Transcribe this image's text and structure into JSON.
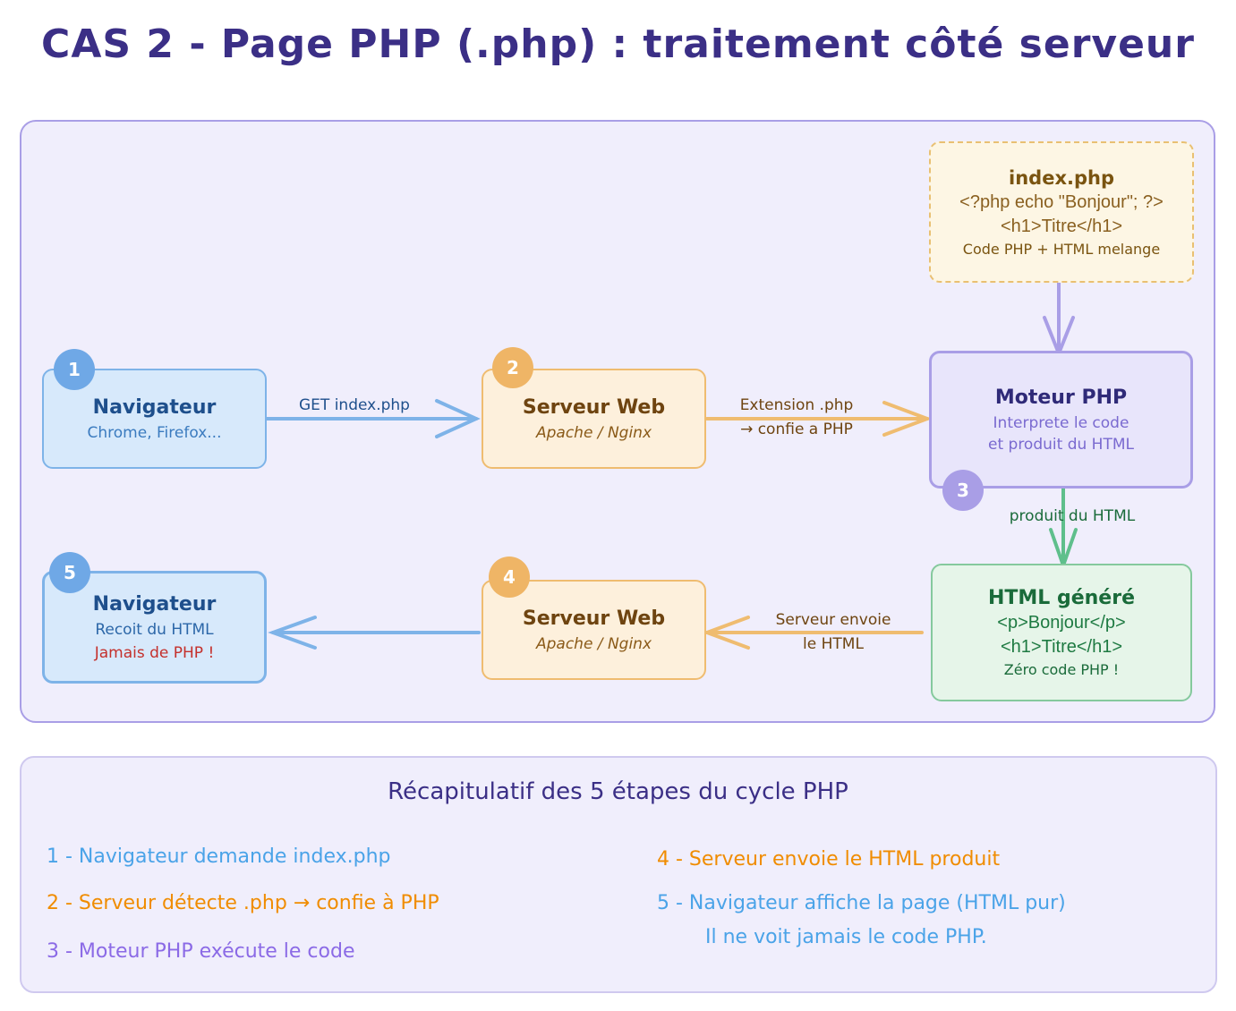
{
  "title": "CAS 2 - Page PHP (.php) : traitement côté serveur",
  "colors": {
    "title": "#3b2f86",
    "blue": "#7eb3e8",
    "orange": "#efbc70",
    "purple": "#a99ee6",
    "green": "#5fbf8c",
    "red": "#c4302b"
  },
  "nodes": {
    "index_php": {
      "title": "index.php",
      "line1": "<?php echo \"Bonjour\"; ?>",
      "line2": "<h1>Titre</h1>",
      "note": "Code PHP + HTML melange"
    },
    "nav1": {
      "badge": "1",
      "title": "Navigateur",
      "sub": "Chrome, Firefox..."
    },
    "server2": {
      "badge": "2",
      "title": "Serveur Web",
      "sub": "Apache / Nginx"
    },
    "engine3": {
      "badge": "3",
      "title": "Moteur PHP",
      "sub1": "Interprete le code",
      "sub2": "et produit du HTML"
    },
    "html_gen": {
      "title": "HTML généré",
      "line1": "<p>Bonjour</p>",
      "line2": "<h1>Titre</h1>",
      "note": "Zéro code PHP !"
    },
    "server4": {
      "badge": "4",
      "title": "Serveur Web",
      "sub": "Apache / Nginx"
    },
    "nav5": {
      "badge": "5",
      "title": "Navigateur",
      "sub": "Recoit du HTML",
      "warning": "Jamais de PHP !"
    }
  },
  "edges": {
    "get": "GET index.php",
    "ext1": "Extension .php",
    "ext2": "→ confie a PHP",
    "produces": "produit du HTML",
    "send1": "Serveur envoie",
    "send2": "le HTML"
  },
  "summary": {
    "title": "Récapitulatif des 5 étapes du cycle PHP",
    "steps": [
      {
        "text": "1 - Navigateur demande index.php",
        "color": "#4aa3e8"
      },
      {
        "text": "2 - Serveur détecte .php → confie à PHP",
        "color": "#f08c00"
      },
      {
        "text": "3 - Moteur PHP exécute le code",
        "color": "#8b6ae6"
      },
      {
        "text": "4 - Serveur envoie le HTML produit",
        "color": "#f08c00"
      },
      {
        "text": "5 - Navigateur affiche la page (HTML pur)",
        "color": "#4aa3e8"
      },
      {
        "text": "Il ne voit jamais le code PHP.",
        "color": "#4aa3e8"
      }
    ]
  }
}
